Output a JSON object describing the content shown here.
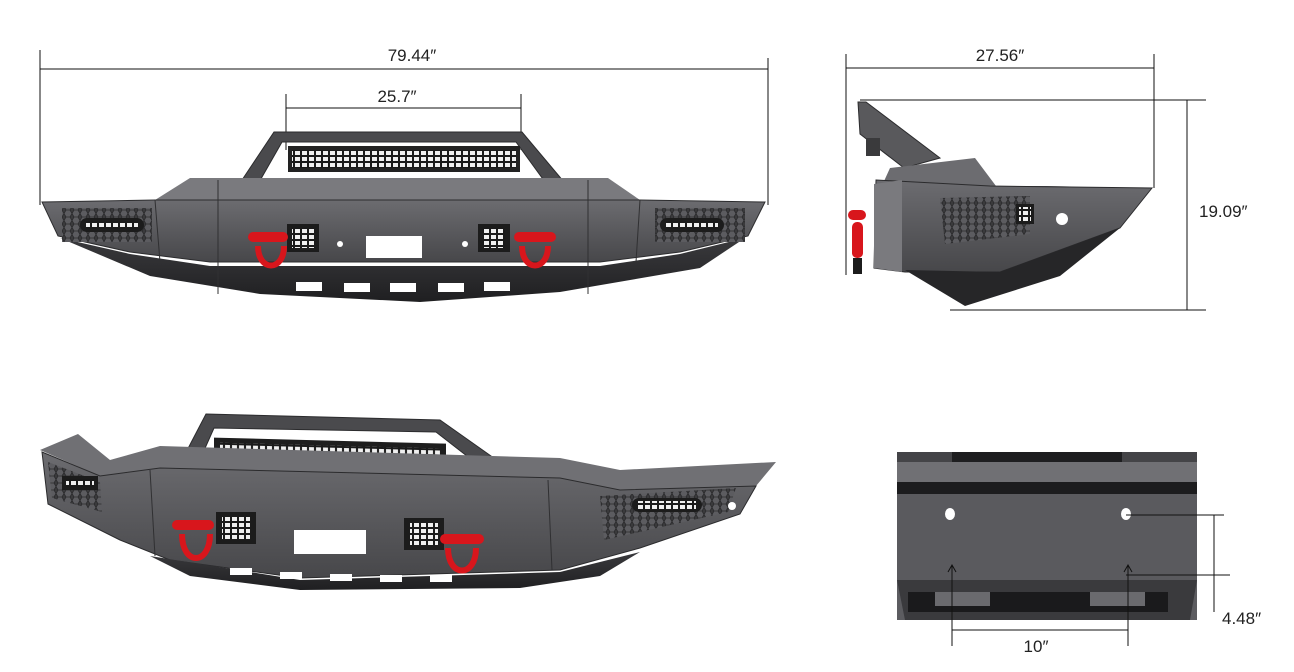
{
  "dimensions": {
    "front_width": "79.44″",
    "light_bar_width": "25.7″",
    "side_depth": "27.56″",
    "side_height": "19.09″",
    "mount_spacing": "10″",
    "mount_height": "4.48″"
  },
  "colors": {
    "steel_dark": "#2e2e30",
    "steel_mid": "#4a4a4d",
    "steel_light": "#6a6a6e",
    "steel_face": "#58585b",
    "shackle_red": "#d8161c",
    "led_white": "#e8e8e8"
  }
}
